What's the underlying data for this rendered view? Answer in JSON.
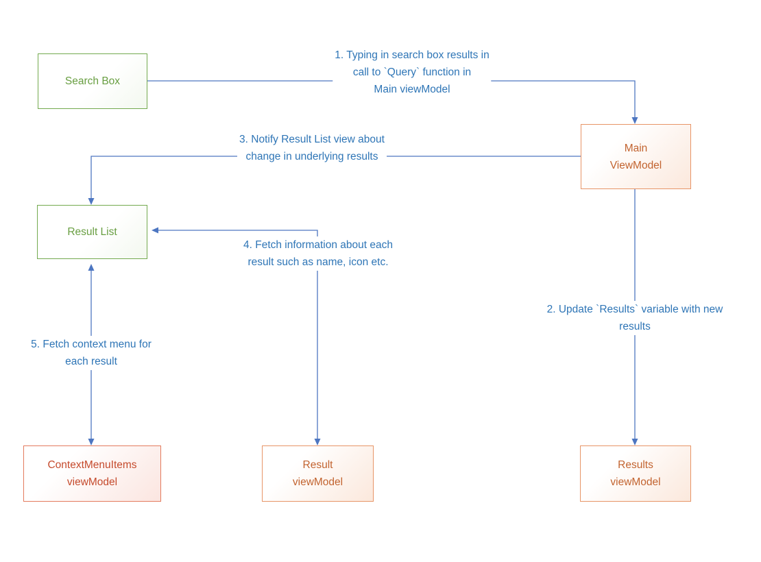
{
  "boxes": {
    "search_box": {
      "lines": [
        "Search Box"
      ]
    },
    "main_viewmodel": {
      "lines": [
        "Main",
        "ViewModel"
      ]
    },
    "result_list": {
      "lines": [
        "Result List"
      ]
    },
    "contextmenuitems_viewmodel": {
      "lines": [
        "ContextMenuItems",
        "viewModel"
      ]
    },
    "result_viewmodel": {
      "lines": [
        "Result",
        "viewModel"
      ]
    },
    "results_viewmodel": {
      "lines": [
        "Results",
        "viewModel"
      ]
    }
  },
  "annotations": {
    "step1": [
      "1. Typing in search box results in",
      "call to `Query` function in",
      "Main viewModel"
    ],
    "step2": [
      "2. Update `Results` variable with new",
      "results"
    ],
    "step3": [
      "3. Notify Result List view about",
      "change in underlying results"
    ],
    "step4": [
      "4. Fetch information about each",
      "result such as name, icon etc."
    ],
    "step5": [
      "5. Fetch context menu for",
      "each result"
    ]
  },
  "colors": {
    "green_box_border": "#73a94e",
    "green_box_text": "#689e41",
    "orange_box_border": "#e79466",
    "orange_box_text": "#c2632f",
    "red_box_border": "#e37a5d",
    "red_box_text": "#c54a2c",
    "connector_blue": "#4d76c1",
    "annotation_blue": "#2e75b6"
  }
}
